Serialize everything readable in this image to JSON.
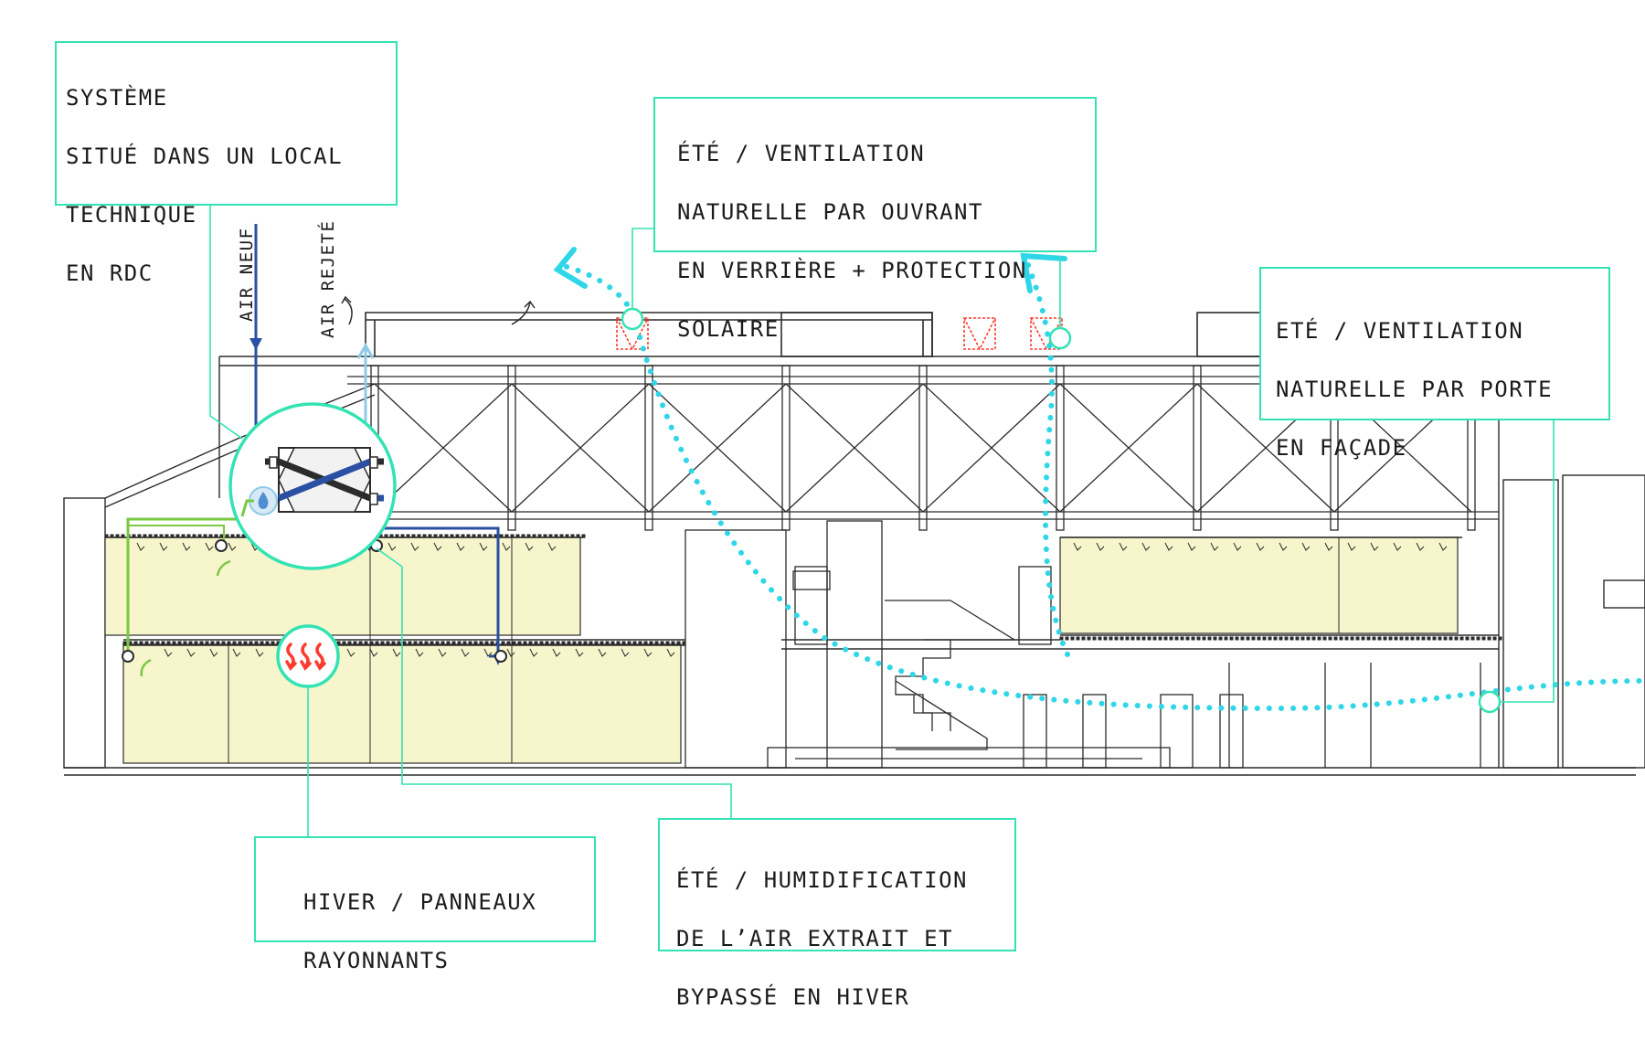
{
  "colors": {
    "accent": "#33e3b3",
    "airflow": "#2fd6e8",
    "fresh_air": "#2a4fa3",
    "exhaust_air": "#8ecbe8",
    "heating_loop": "#7ac943",
    "panel_fill": "#f7f5cc",
    "hatch_red": "#ff3b2f",
    "structure": "#2b2b2b"
  },
  "callouts": {
    "system": {
      "lines": [
        "SYSTÈME",
        "SITUÉ DANS UN LOCAL",
        "TECHNIQUE",
        "EN RDC"
      ]
    },
    "skylight": {
      "lines": [
        "ÉTÉ / VENTILATION",
        "NATURELLE PAR OUVRANT",
        "EN VERRIÈRE + PROTECTION",
        "SOLAIRE"
      ]
    },
    "facade": {
      "lines": [
        "ETÉ / VENTILATION",
        "NATURELLE PAR PORTE",
        "EN FAÇADE"
      ]
    },
    "panels": {
      "lines": [
        "HIVER / PANNEAUX",
        "RAYONNANTS"
      ]
    },
    "humidification": {
      "lines": [
        "ÉTÉ / HUMIDIFICATION",
        "DE L’AIR EXTRAIT ET",
        "BYPASSÉ EN HIVER"
      ]
    }
  },
  "labels": {
    "fresh_air": "AIR NEUF",
    "exhaust_air": "AIR REJETÉ"
  },
  "icons": {
    "heat_exchanger": "heat-exchanger-icon",
    "radiant_panel": "radiant-heat-icon",
    "humidifier": "droplet-icon"
  }
}
